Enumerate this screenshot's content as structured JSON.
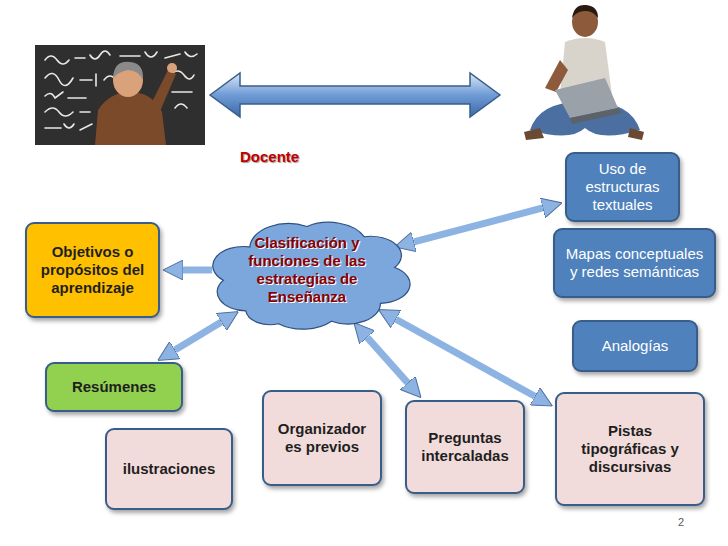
{
  "diagram": {
    "nodes": [
      {
        "text": [
          "Uso de estructuras textuales"
        ]
      },
      {
        "text": [
          "Objetivos o propósitos del aprendizaje"
        ]
      },
      {
        "text": [
          "Clasificación y funciones de las estrategias de Enseñanza"
        ]
      },
      {
        "text": [
          "Mapas conceptuales y redes semánticas"
        ]
      },
      {
        "text": [
          "Analogías"
        ]
      },
      {
        "text": [
          "Resúmenes"
        ]
      },
      {
        "text": [
          "Organizador es previos"
        ]
      },
      {
        "text": [
          "Preguntas intercaladas"
        ]
      },
      {
        "text": [
          "Pistas tipográficas y discursivas"
        ]
      },
      {
        "text": [
          "ilustraciones"
        ]
      }
    ],
    "edges": [
      {
        "from": 2,
        "to": 0,
        "arrow": "both"
      },
      {
        "from": 2,
        "to": 1,
        "arrow": "to"
      },
      {
        "from": 2,
        "to": 5,
        "arrow": "both"
      },
      {
        "from": 2,
        "to": 7,
        "arrow": "both"
      },
      {
        "from": 2,
        "to": 8,
        "arrow": "both"
      }
    ],
    "labels": [
      "Docente",
      "2"
    ]
  }
}
